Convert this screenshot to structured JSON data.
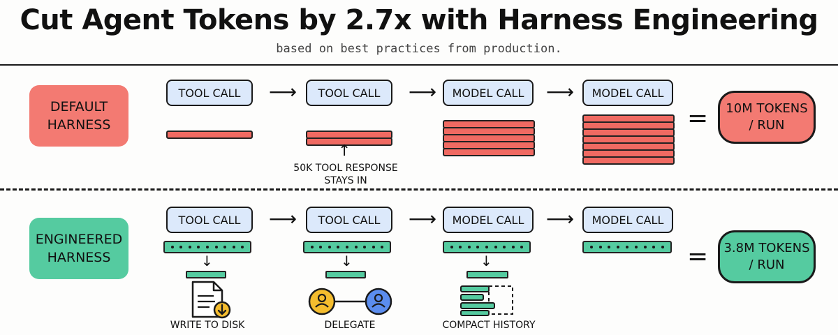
{
  "header": {
    "title": "Cut Agent Tokens by 2.7x with Harness Engineering",
    "subtitle": "based on best practices from production."
  },
  "rows": {
    "default": {
      "label_line1": "DEFAULT",
      "label_line2": "HARNESS",
      "calls": [
        "TOOL CALL",
        "TOOL CALL",
        "MODEL CALL",
        "MODEL CALL"
      ],
      "result_line1": "10M TOKENS",
      "result_line2": "/ RUN",
      "note_line1": "50K TOOL RESPONSE",
      "note_line2": "STAYS IN"
    },
    "engineered": {
      "label_line1": "ENGINEERED",
      "label_line2": "HARNESS",
      "calls": [
        "TOOL CALL",
        "TOOL CALL",
        "MODEL CALL",
        "MODEL CALL"
      ],
      "result_line1": "3.8M TOKENS",
      "result_line2": "/ RUN",
      "captions": [
        "WRITE TO DISK",
        "DELEGATE",
        "COMPACT HISTORY"
      ]
    }
  },
  "symbols": {
    "equals": "=",
    "arrow": "⟶",
    "down_arrow": "↓",
    "up_arrow": "↑"
  },
  "colors": {
    "red": "#f06a62",
    "green": "#55cba0",
    "call_blue": "#dce9fb",
    "avatar_orange": "#f5bd2e",
    "avatar_blue": "#5b8def"
  },
  "icons": [
    "file-download-icon",
    "delegate-icon",
    "compact-history-icon"
  ]
}
